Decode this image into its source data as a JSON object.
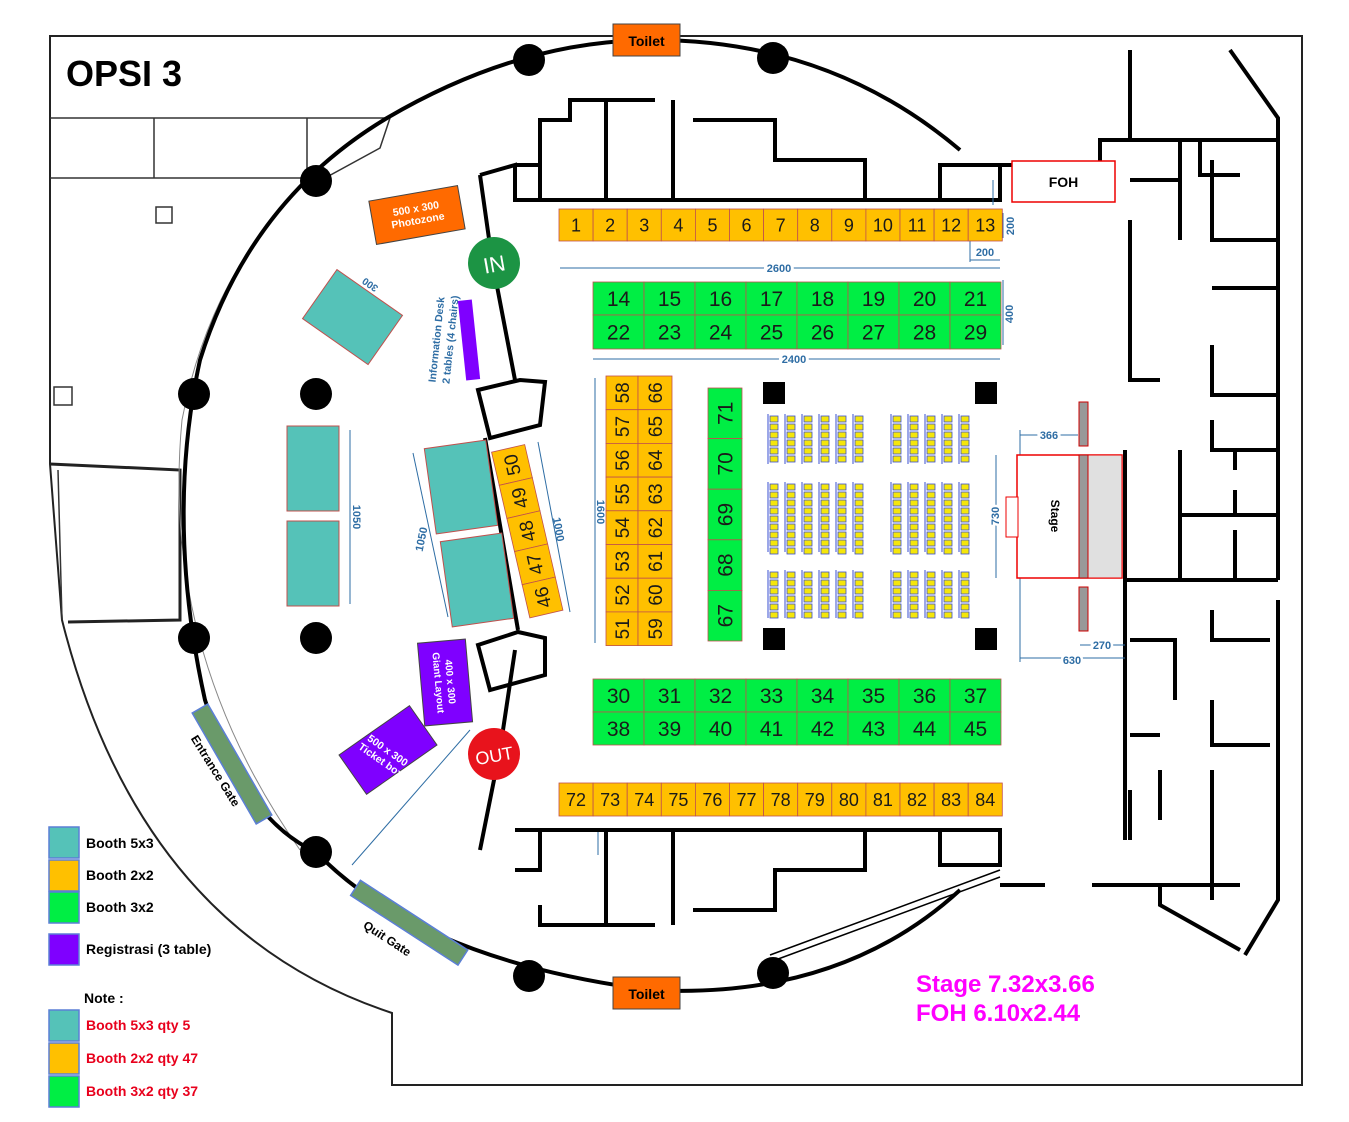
{
  "title": "OPSI 3",
  "facilities": {
    "toilet_top": "Toilet",
    "toilet_bottom": "Toilet",
    "foh": "FOH",
    "stage": "Stage",
    "in": "IN",
    "out": "OUT",
    "photozone": "500 x 300 Photozone",
    "information_desk_line1": "Information Desk",
    "information_desk_line2": "2 tables (4 chairs)",
    "giant_layout": "400 x 300 Giant Layout",
    "ticket_box": "500 x 300 Ticket box",
    "entrance_gate": "Entrance Gate",
    "quit_gate": "Quit Gate"
  },
  "dimensions": {
    "d200_a": "200",
    "d200_b": "200",
    "d2600": "2600",
    "d400": "400",
    "d2400": "2400",
    "d300": "300",
    "d1050_a": "1050",
    "d1050_b": "1050",
    "d1000": "1000",
    "d1600": "1600",
    "d366": "366",
    "d730": "730",
    "d270": "270",
    "d630": "630"
  },
  "booths": {
    "top_row": [
      "1",
      "2",
      "3",
      "4",
      "5",
      "6",
      "7",
      "8",
      "9",
      "10",
      "11",
      "12",
      "13"
    ],
    "green_top_1": [
      "14",
      "15",
      "16",
      "17",
      "18",
      "19",
      "20",
      "21"
    ],
    "green_top_2": [
      "22",
      "23",
      "24",
      "25",
      "26",
      "27",
      "28",
      "29"
    ],
    "green_bottom_1": [
      "30",
      "31",
      "32",
      "33",
      "34",
      "35",
      "36",
      "37"
    ],
    "green_bottom_2": [
      "38",
      "39",
      "40",
      "41",
      "42",
      "43",
      "44",
      "45"
    ],
    "diagonal_col": [
      "50",
      "49",
      "48",
      "47",
      "46"
    ],
    "col_left": [
      "58",
      "57",
      "56",
      "55",
      "54",
      "53",
      "52",
      "51"
    ],
    "col_right": [
      "66",
      "65",
      "64",
      "63",
      "62",
      "61",
      "60",
      "59"
    ],
    "green_col": [
      "71",
      "70",
      "69",
      "68",
      "67"
    ],
    "bottom_row": [
      "72",
      "73",
      "74",
      "75",
      "76",
      "77",
      "78",
      "79",
      "80",
      "81",
      "82",
      "83",
      "84"
    ]
  },
  "legend": [
    {
      "label": "Booth 5x3",
      "color": "#55c2b8"
    },
    {
      "label": "Booth 2x2",
      "color": "#ffc000"
    },
    {
      "label": "Booth 3x2",
      "color": "#00ee44"
    },
    {
      "label": "Registrasi (3 table)",
      "color": "#7f00ff"
    }
  ],
  "note": {
    "title": "Note :",
    "items": [
      {
        "label": "Booth 5x3 qty 5",
        "color": "#55c2b8"
      },
      {
        "label": "Booth 2x2 qty 47",
        "color": "#ffc000"
      },
      {
        "label": "Booth 3x2 qty 37",
        "color": "#00ee44"
      }
    ]
  },
  "stage_info": {
    "line1": "Stage 7.32x3.66",
    "line2": "FOH 6.10x2.44"
  },
  "colors": {
    "teal": "#55c2b8",
    "yellow": "#ffc000",
    "green": "#00ee44",
    "purple": "#7f00ff",
    "orange": "#ff6a00",
    "magenta": "#ff00ff",
    "note_red": "#e8001c"
  }
}
